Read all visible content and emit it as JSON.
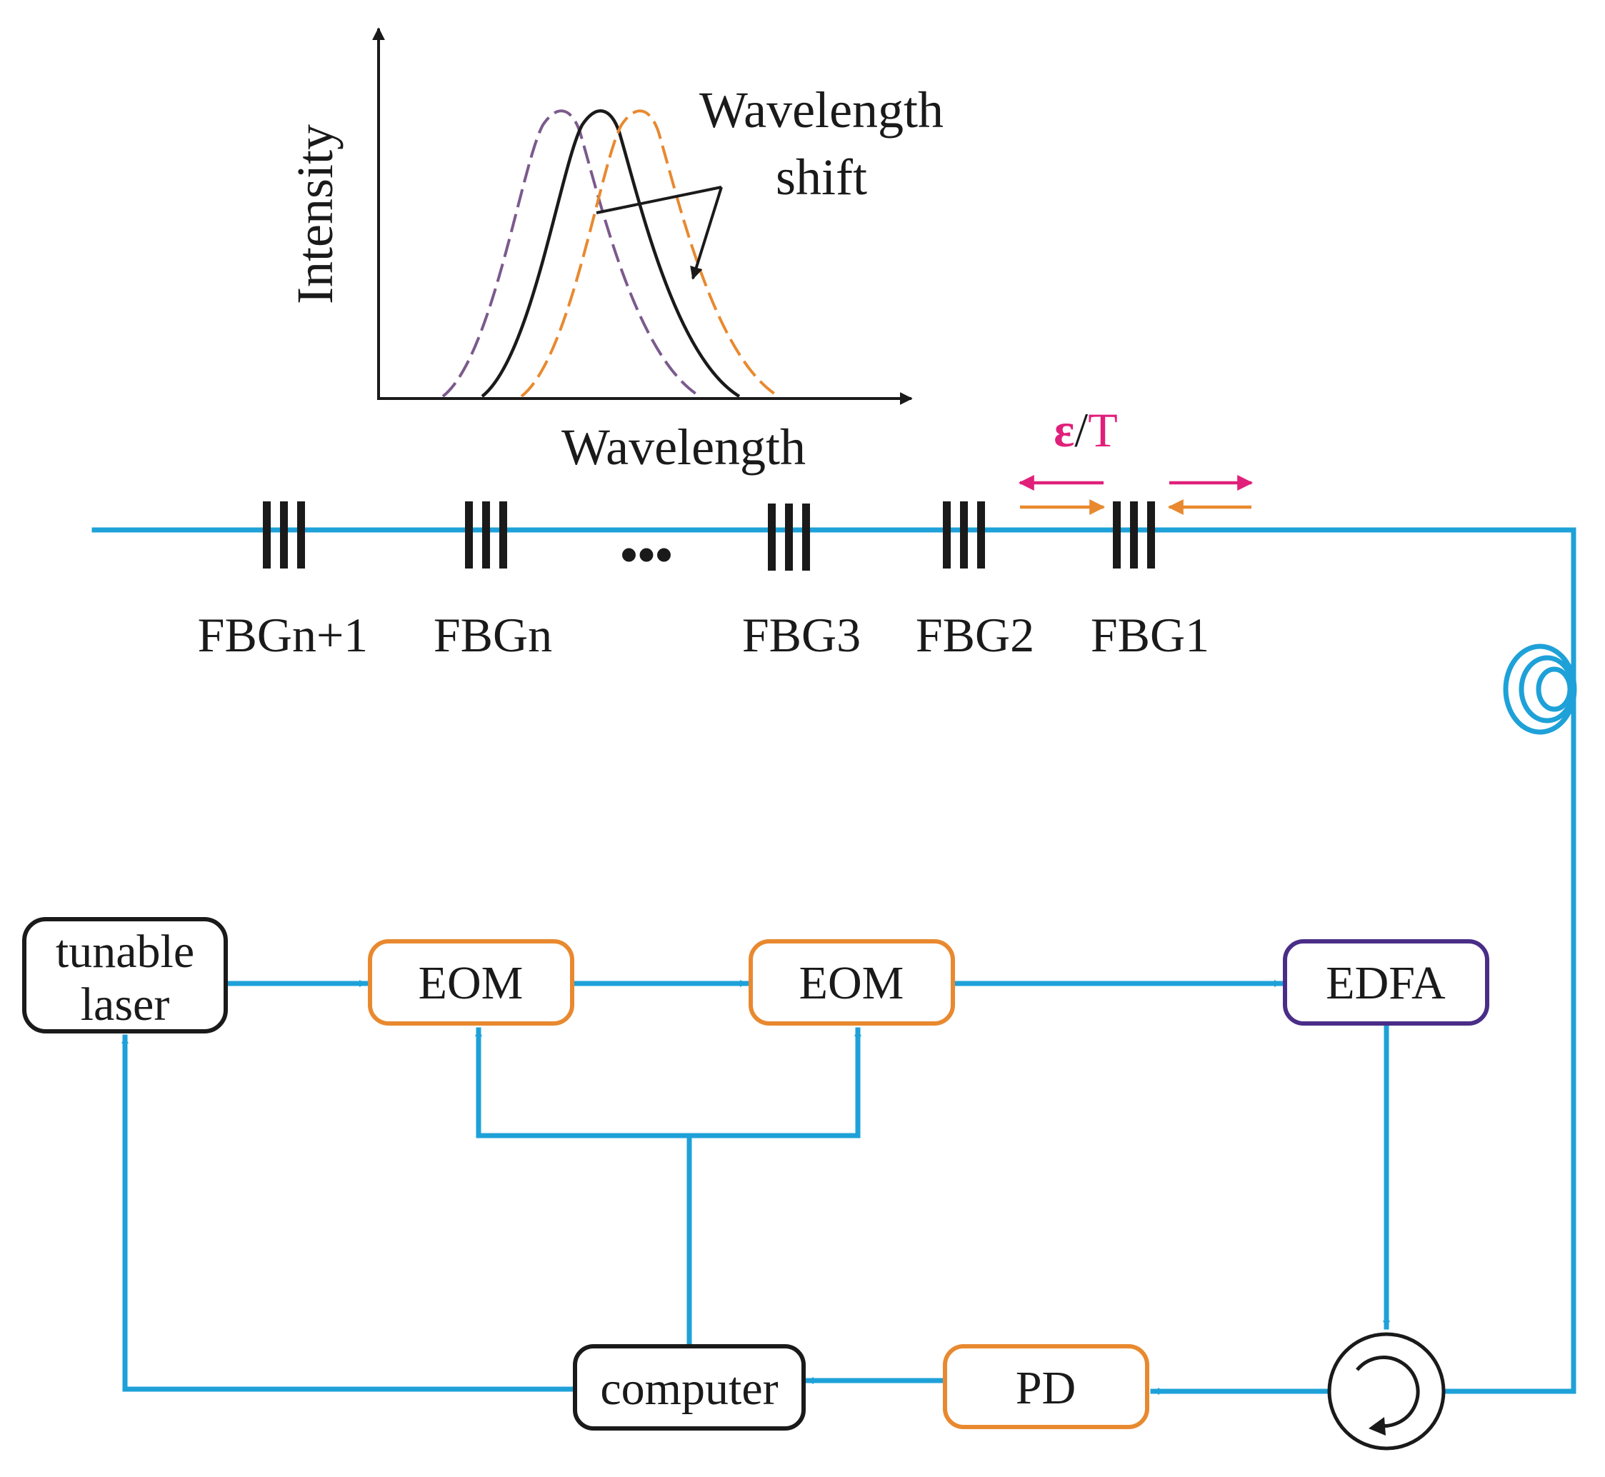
{
  "inset_plot": {
    "y_axis_label": "Intensity",
    "x_axis_label": "Wavelength",
    "annotation_line1": "Wavelength",
    "annotation_line2": "shift",
    "curve_colors": {
      "original": "#1a1a1a",
      "shift_left": "#7b5a8c",
      "shift_right": "#e8892f"
    }
  },
  "sensing_fiber": {
    "gratings": [
      {
        "label": "FBGn+1"
      },
      {
        "label": "FBGn"
      },
      {
        "label": "FBG3"
      },
      {
        "label": "FBG2"
      },
      {
        "label": "FBG1"
      }
    ],
    "ellipsis": "•••",
    "perturbation_symbol": "ε",
    "perturbation_separator": "/",
    "perturbation_temp": "T",
    "stretch_color": "#e0207a",
    "compress_color": "#e8892f"
  },
  "components": {
    "laser_line1": "tunable",
    "laser_line2": "laser",
    "eom1": "EOM",
    "eom2": "EOM",
    "edfa": "EDFA",
    "pd": "PD",
    "computer": "computer"
  },
  "colors": {
    "fiber": "#1ea1d8",
    "black_box": "#1a1a1a",
    "orange_box": "#e8892f",
    "purple_box": "#4a2d87",
    "grating": "#1a1a1a"
  }
}
